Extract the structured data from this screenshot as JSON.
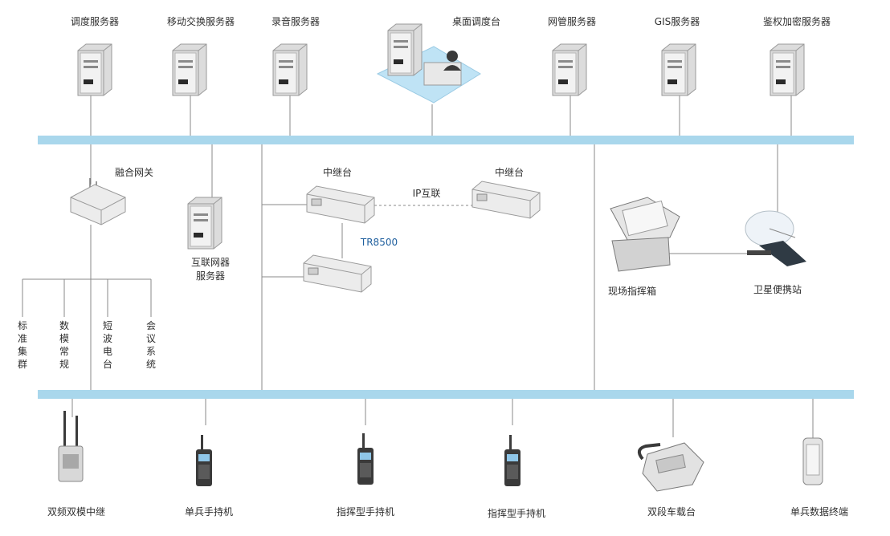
{
  "top_nodes": [
    {
      "id": "dispatch",
      "label": "调度服务器"
    },
    {
      "id": "mobile",
      "label": "移动交换服务器"
    },
    {
      "id": "record",
      "label": "录音服务器"
    },
    {
      "id": "desk",
      "label": "桌面调度台"
    },
    {
      "id": "netmgmt",
      "label": "网管服务器"
    },
    {
      "id": "gis",
      "label": "GIS服务器"
    },
    {
      "id": "auth",
      "label": "鉴权加密服务器"
    }
  ],
  "middle": {
    "gateway": "融合网关",
    "interconnect_server_line1": "互联网器",
    "interconnect_server_line2": "服务器",
    "gateway_branches": [
      "标准集群",
      "数模常规",
      "短波电台",
      "会议系统"
    ],
    "repeater_left": "中继台",
    "repeater_right": "中继台",
    "ip_link": "IP互联",
    "model": "TR8500",
    "field_box": "现场指挥箱",
    "satellite": "卫星便携站"
  },
  "bottom_nodes": [
    {
      "id": "dualmode",
      "label": "双频双模中继"
    },
    {
      "id": "handheld",
      "label": "单兵手持机"
    },
    {
      "id": "cmd1",
      "label": "指挥型手持机"
    },
    {
      "id": "cmd2",
      "label": "指挥型手持机"
    },
    {
      "id": "vehicle",
      "label": "双段车载台"
    },
    {
      "id": "dataterm",
      "label": "单兵数据终端"
    }
  ],
  "colors": {
    "bus": "#a9d7ec",
    "line": "#8a8a8a",
    "platform": "#bfe3f5"
  }
}
